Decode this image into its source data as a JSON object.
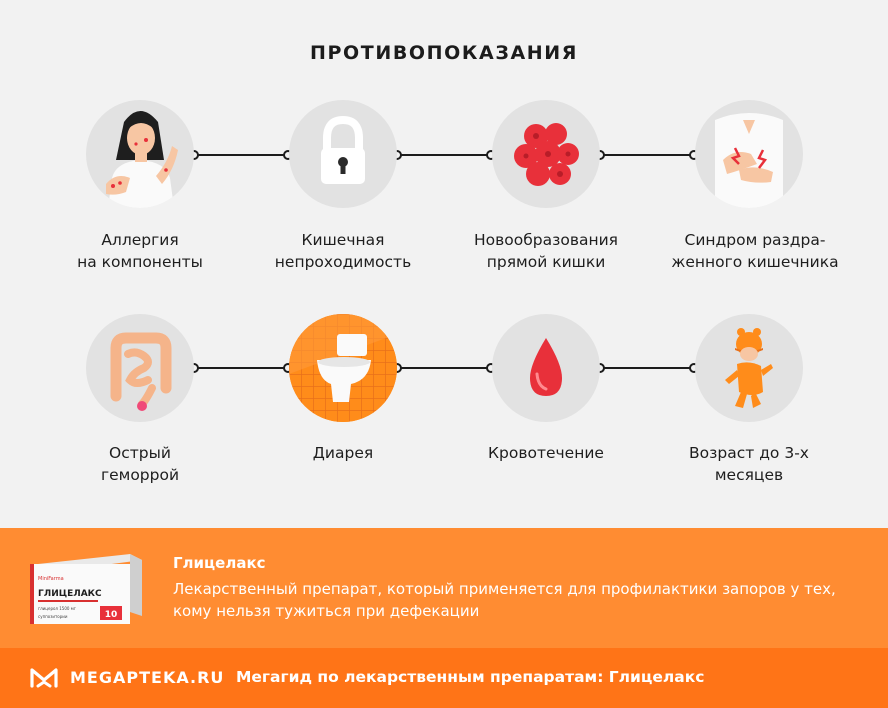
{
  "title": "ПРОТИВОПОКАЗАНИЯ",
  "row1": [
    {
      "icon": "woman-allergy-icon",
      "line1": "Аллергия",
      "line2": "на компоненты"
    },
    {
      "icon": "padlock-icon",
      "line1": "Кишечная",
      "line2": "непроходимость"
    },
    {
      "icon": "cells-icon",
      "line1": "Новообразования",
      "line2": "прямой кишки"
    },
    {
      "icon": "stomach-pain-icon",
      "line1": "Синдром раздра-",
      "line2": "женного кишечника"
    }
  ],
  "row2": [
    {
      "icon": "intestine-icon",
      "line1": "Острый",
      "line2": "геморрой"
    },
    {
      "icon": "toilet-icon",
      "line1": "Диарея",
      "line2": ""
    },
    {
      "icon": "blood-drop-icon",
      "line1": "Кровотечение",
      "line2": ""
    },
    {
      "icon": "baby-icon",
      "line1": "Возраст до 3-х",
      "line2": "месяцев"
    }
  ],
  "promo": {
    "name": "Глицелакс",
    "description": "Лекарственный препарат, который применяется для профилактики запоров у тех, кому нельзя тужиться при дефекации",
    "box_brand": "ГЛИЦЕЛАКС",
    "box_count": "10"
  },
  "footer": {
    "logo": "MEGAPTEKA.RU",
    "text": "Мегагид по лекарственным препаратам: Глицелакс"
  },
  "colors": {
    "orange": "#ff8c32",
    "footer_orange": "#ff7417",
    "red": "#e8303a",
    "circle": "#e2e2e2"
  }
}
